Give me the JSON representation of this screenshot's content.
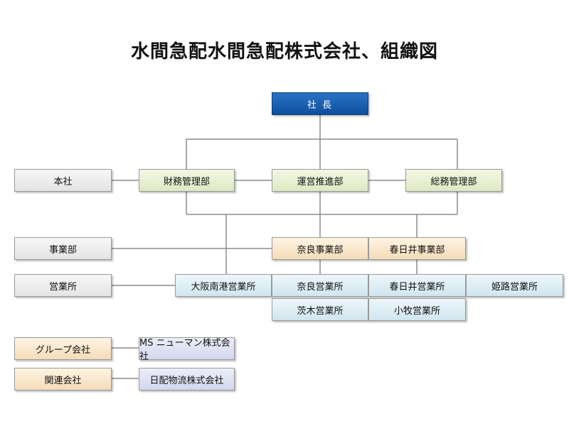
{
  "title": "水間急配水間急配株式会社、組織図",
  "colors": {
    "ceo": "#1561b2",
    "line": "#8c8c8c"
  },
  "nodes": {
    "president": "社 長",
    "honsha": "本社",
    "finance": "財務管理部",
    "operations": "運営推進部",
    "general_affairs": "総務管理部",
    "jigyoubu_label": "事業部",
    "nara_division": "奈良事業部",
    "kasugai_division": "春日井事業部",
    "eigyousho_label": "営業所",
    "osaka_minamiko": "大阪南港営業所",
    "nara_office": "奈良営業所",
    "kasugai_office": "春日井営業所",
    "himeji_office": "姫路営業所",
    "ibaraki_office": "茨木営業所",
    "komaki_office": "小牧営業所",
    "group_label": "グループ会社",
    "ms_newman": "MS ニューマン株式会社",
    "affiliate_label": "関連会社",
    "nippai": "日配物流株式会社"
  }
}
